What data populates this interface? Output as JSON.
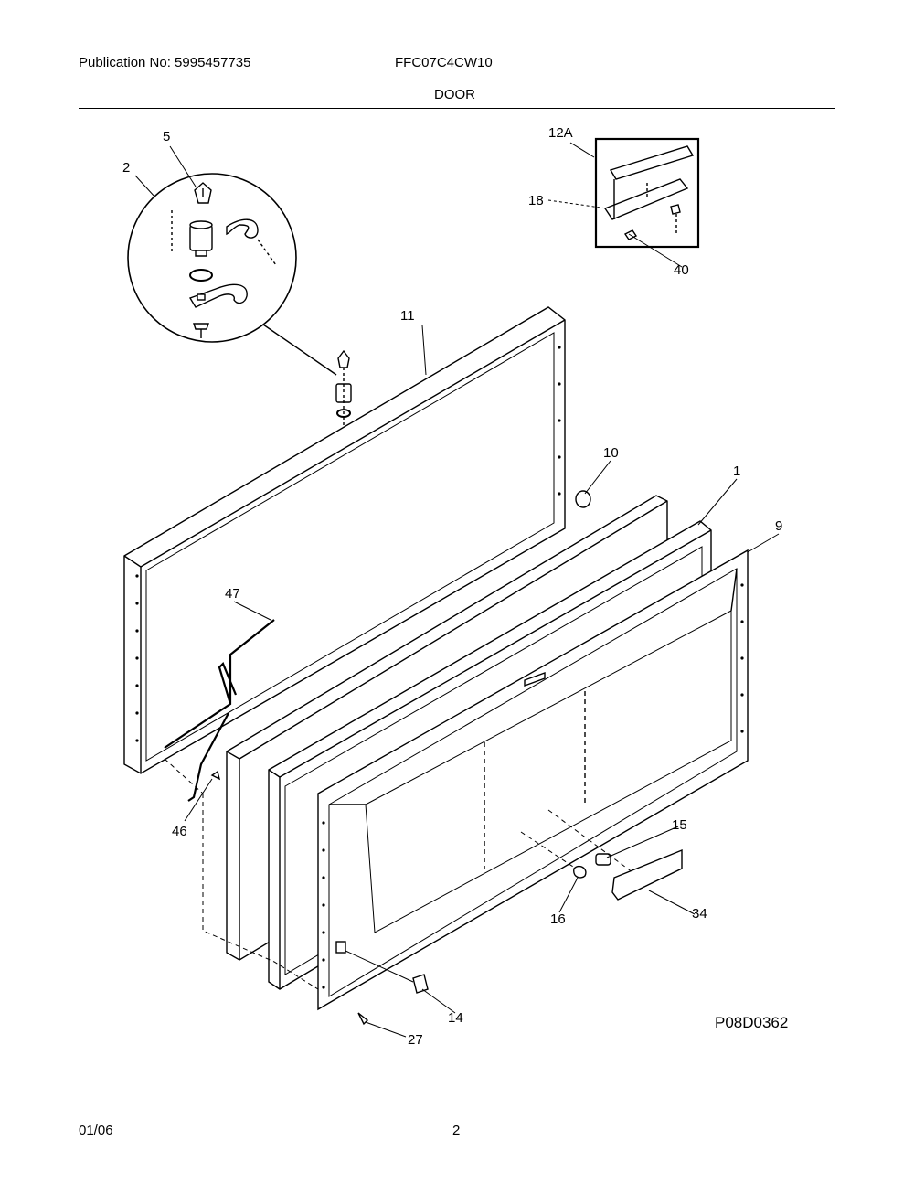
{
  "header": {
    "publication": "Publication No: 5995457735",
    "model": "FFC07C4CW10",
    "section": "DOOR"
  },
  "footer": {
    "date": "01/06",
    "page": "2"
  },
  "diagram": {
    "reference": "P08D0362",
    "callouts": {
      "c1": "1",
      "c2": "2",
      "c5": "5",
      "c9": "9",
      "c10": "10",
      "c11": "11",
      "c12a": "12A",
      "c14": "14",
      "c15": "15",
      "c16": "16",
      "c18": "18",
      "c27": "27",
      "c34": "34",
      "c40": "40",
      "c46": "46",
      "c47": "47"
    }
  }
}
